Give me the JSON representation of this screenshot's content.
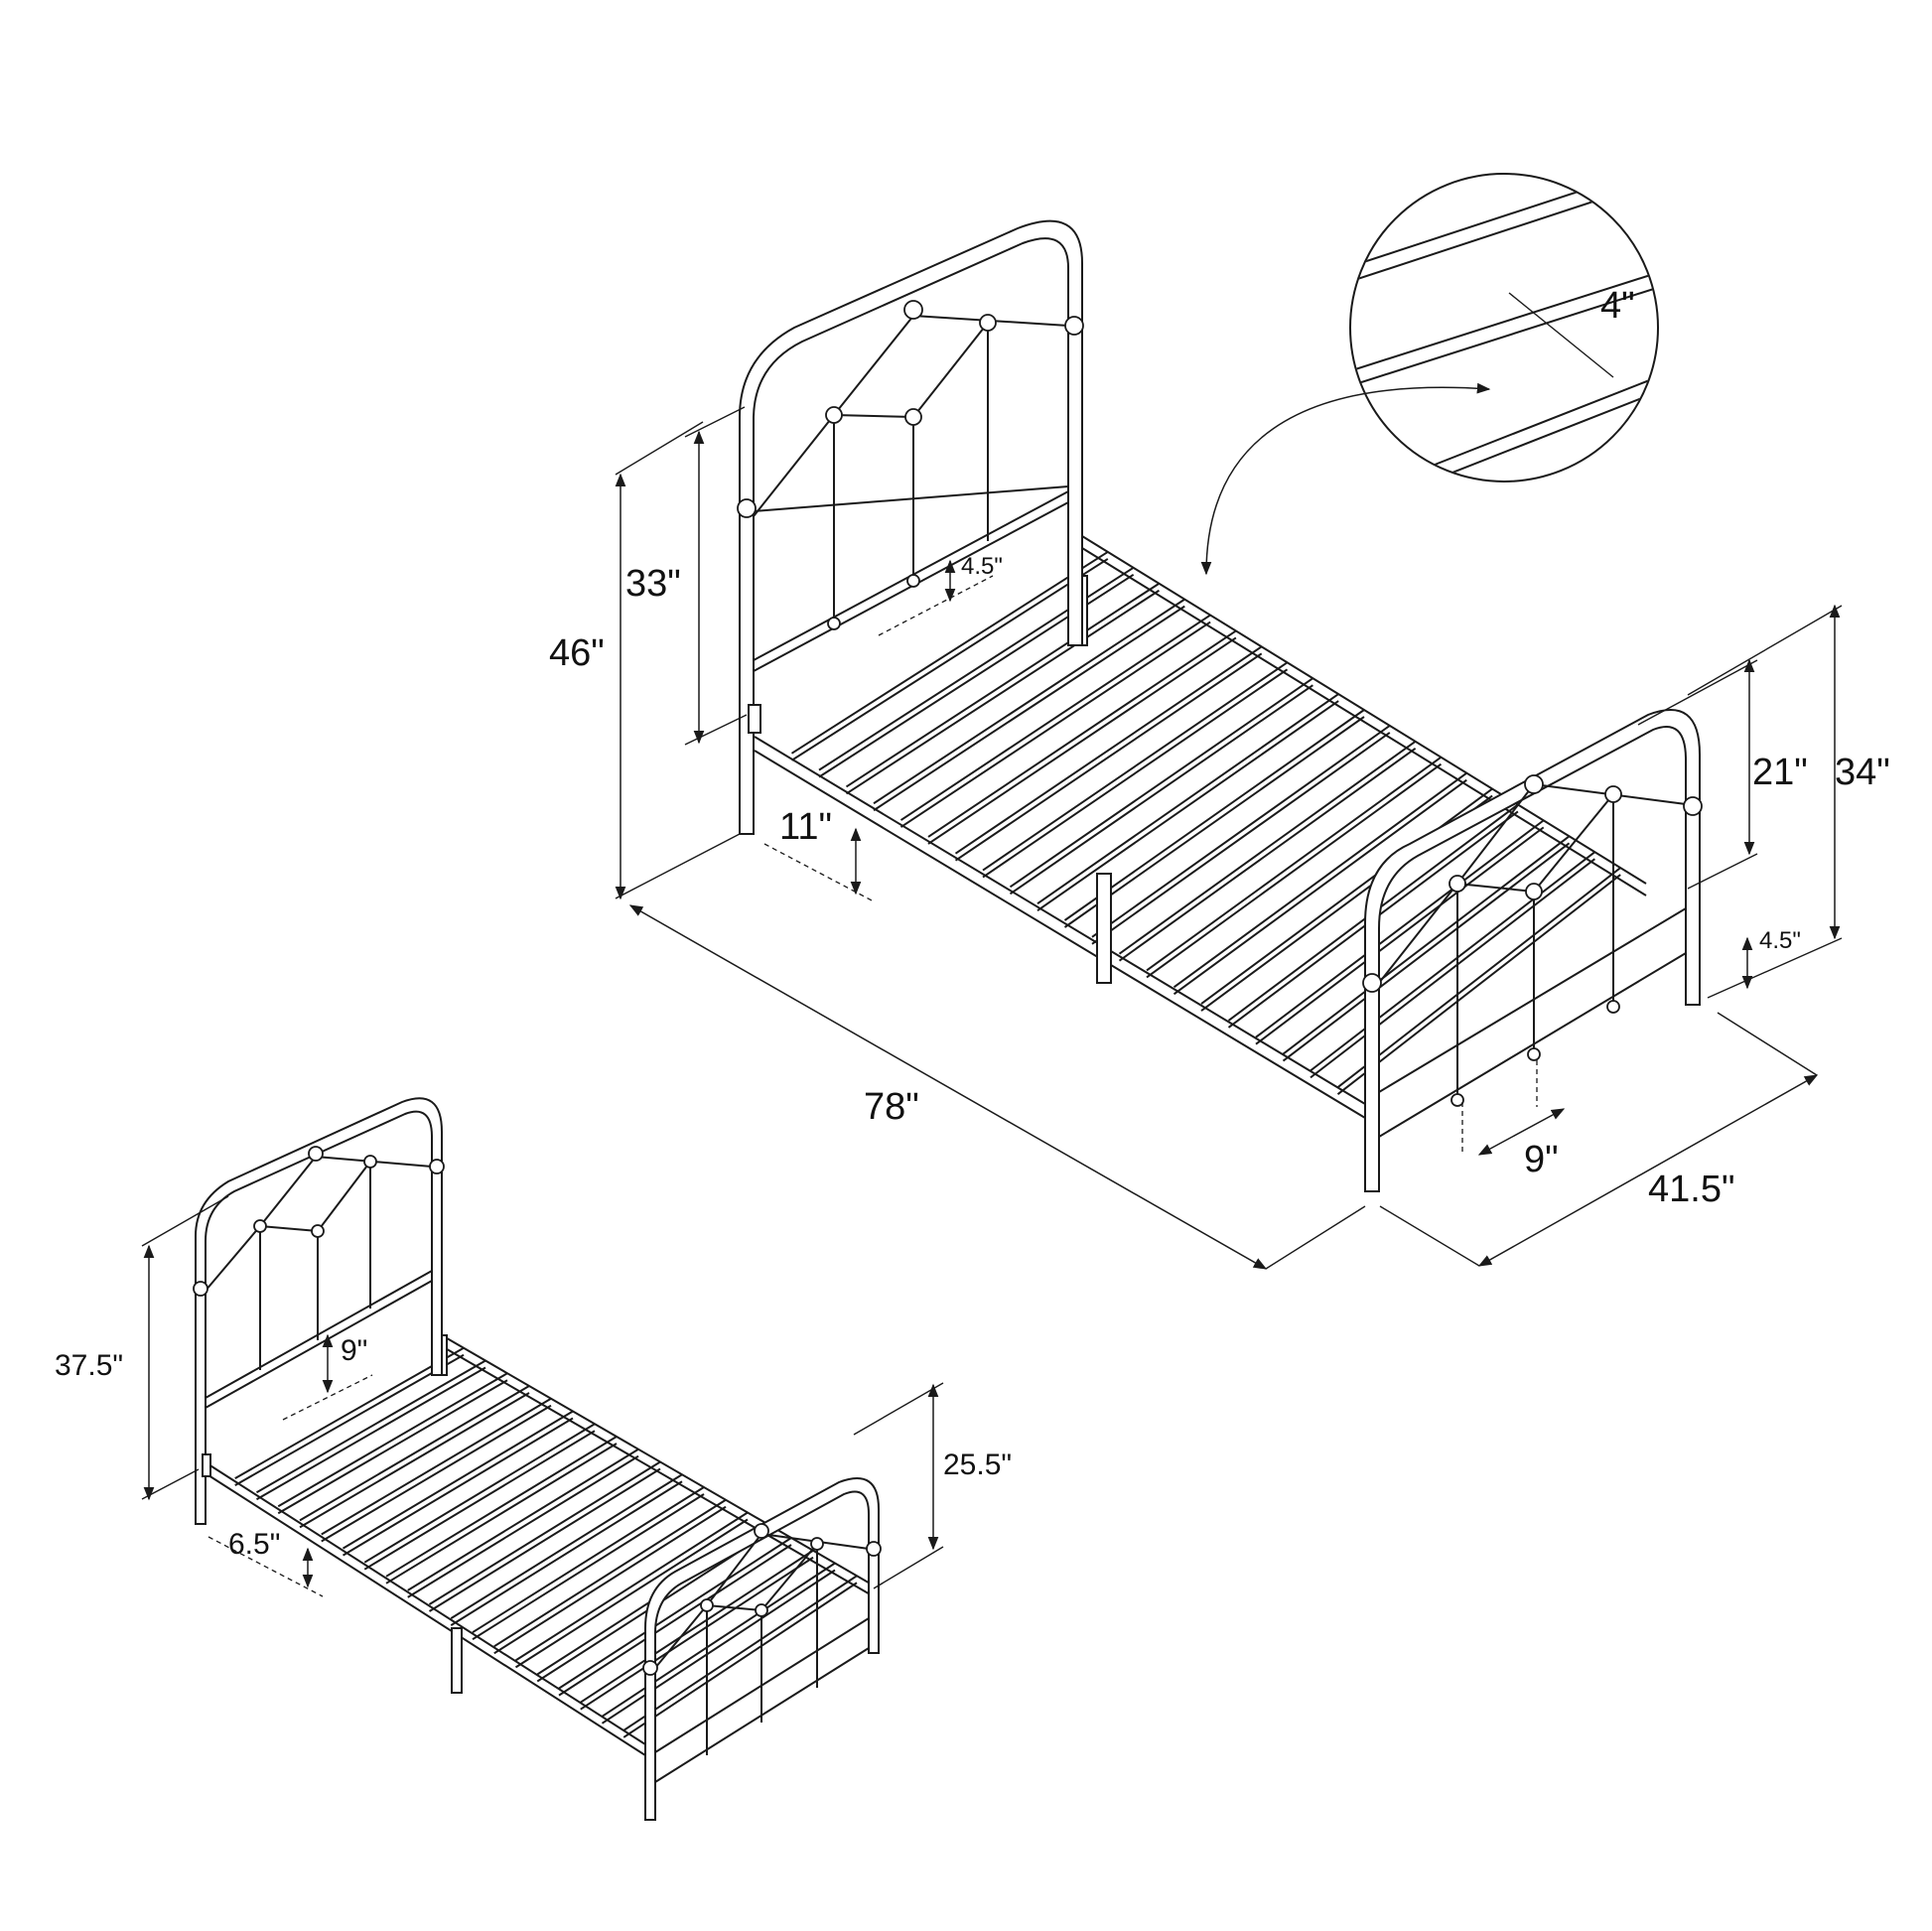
{
  "diagram": {
    "large_bed": {
      "dimensions": {
        "headboard_total_height": "46\"",
        "headboard_panel_height": "33\"",
        "headboard_bar_gap": "4.5\"",
        "under_bed_clearance": "11\"",
        "length": "78\"",
        "width": "41.5\"",
        "footboard_total_height": "34\"",
        "footboard_panel_height": "21\"",
        "footboard_bar_gap": "4.5\"",
        "footboard_spindle_gap": "9\""
      }
    },
    "slat_detail": {
      "slat_spacing": "4\""
    },
    "small_bed": {
      "dimensions": {
        "headboard_height": "37.5\"",
        "headboard_gap": "9\"",
        "under_bed_clearance": "6.5\"",
        "footboard_height": "25.5\""
      }
    }
  }
}
